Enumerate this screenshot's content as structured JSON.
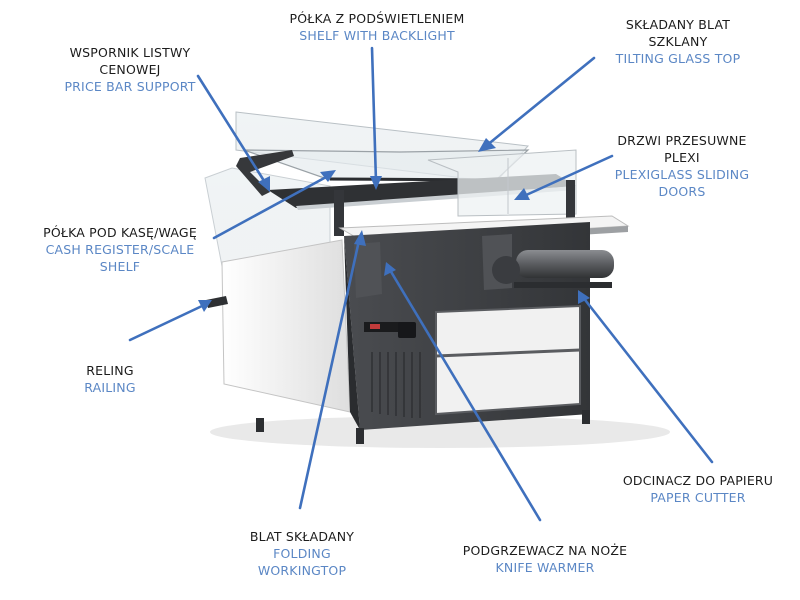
{
  "colors": {
    "accent": "#5b87c5",
    "polish_text": "#1c1c1c",
    "arrow": "#3f70bd",
    "cabinet": "#3d3f42",
    "panel_white": "#f2f2f2"
  },
  "labels": [
    {
      "id": "polka-podswietlenie",
      "pl": [
        "PÓŁKA Z PODŚWIETLENIEM"
      ],
      "en": [
        "SHELF WITH BACKLIGHT"
      ]
    },
    {
      "id": "skladany-blat",
      "pl": [
        "SKŁADANY BLAT",
        "SZKLANY"
      ],
      "en": [
        "TILTING GLASS TOP"
      ]
    },
    {
      "id": "wspornik",
      "pl": [
        "WSPORNIK LISTWY",
        "CENOWEJ"
      ],
      "en": [
        "PRICE BAR SUPPORT"
      ]
    },
    {
      "id": "drzwi",
      "pl": [
        "DRZWI PRZESUWNE",
        "PLEXI"
      ],
      "en": [
        "PLEXIGLASS SLIDING",
        "DOORS"
      ]
    },
    {
      "id": "polka-kasa",
      "pl": [
        "PÓŁKA POD KASĘ/WAGĘ"
      ],
      "en": [
        "CASH REGISTER/SCALE",
        "SHELF"
      ]
    },
    {
      "id": "reling",
      "pl": [
        "RELING"
      ],
      "en": [
        "RAILING"
      ]
    },
    {
      "id": "odcinacz",
      "pl": [
        "ODCINACZ DO PAPIERU"
      ],
      "en": [
        "PAPER CUTTER"
      ]
    },
    {
      "id": "blat-skladany",
      "pl": [
        "BLAT SKŁADANY"
      ],
      "en": [
        "FOLDING",
        "WORKINGTOP"
      ]
    },
    {
      "id": "podgrzewacz",
      "pl": [
        "PODGRZEWACZ NA NOŻE"
      ],
      "en": [
        "KNIFE WARMER"
      ]
    }
  ]
}
